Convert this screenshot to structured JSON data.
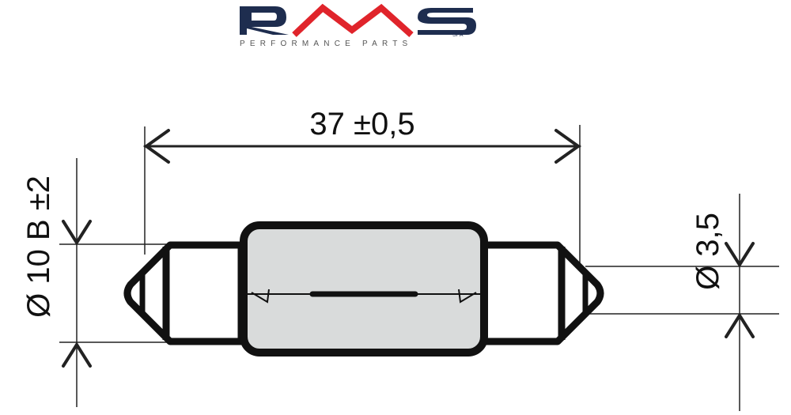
{
  "logo": {
    "brand": "RMS",
    "suffix": "SPA",
    "tagline": "PERFORMANCE PARTS",
    "colors": {
      "navy": "#1e2d4f",
      "red": "#e0242b",
      "gray": "#555555"
    }
  },
  "dimensions": {
    "length": "37 ±0,5",
    "body_diameter": "Ø 10 B ±2",
    "cap_diameter": "Ø 3,5"
  },
  "colors": {
    "glass": "#d9dbdb",
    "outline": "#111111",
    "dim_line": "#222222"
  }
}
